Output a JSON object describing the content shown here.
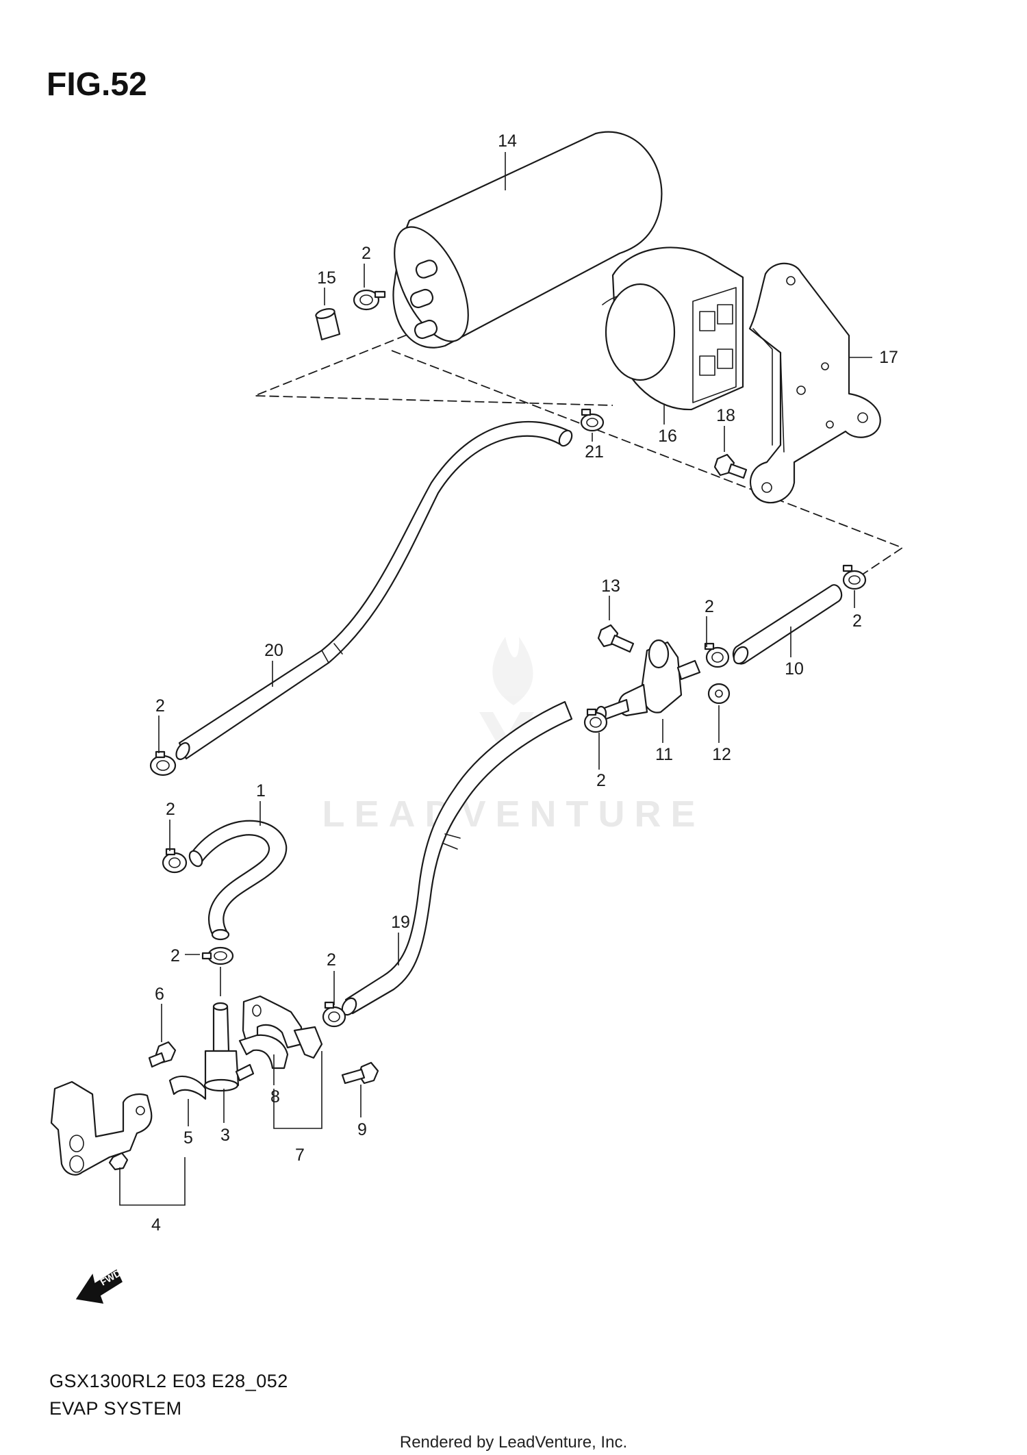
{
  "figure": {
    "title": "FIG.52",
    "model_code": "GSX1300RL2 E03 E28_052",
    "section_name": "EVAP SYSTEM"
  },
  "watermark": "LEADVENTURE",
  "fwd_label": "FWD",
  "footer": "Rendered by LeadVenture, Inc.",
  "callouts": [
    "14",
    "2",
    "15",
    "17",
    "16",
    "18",
    "21",
    "13",
    "2",
    "2",
    "10",
    "20",
    "11",
    "12",
    "2",
    "2",
    "2",
    "1",
    "19",
    "2",
    "2",
    "6",
    "8",
    "5",
    "3",
    "7",
    "9",
    "4"
  ],
  "colors": {
    "ink": "#1a1a1a",
    "watermark": "#e9e9e9",
    "background": "#ffffff"
  }
}
